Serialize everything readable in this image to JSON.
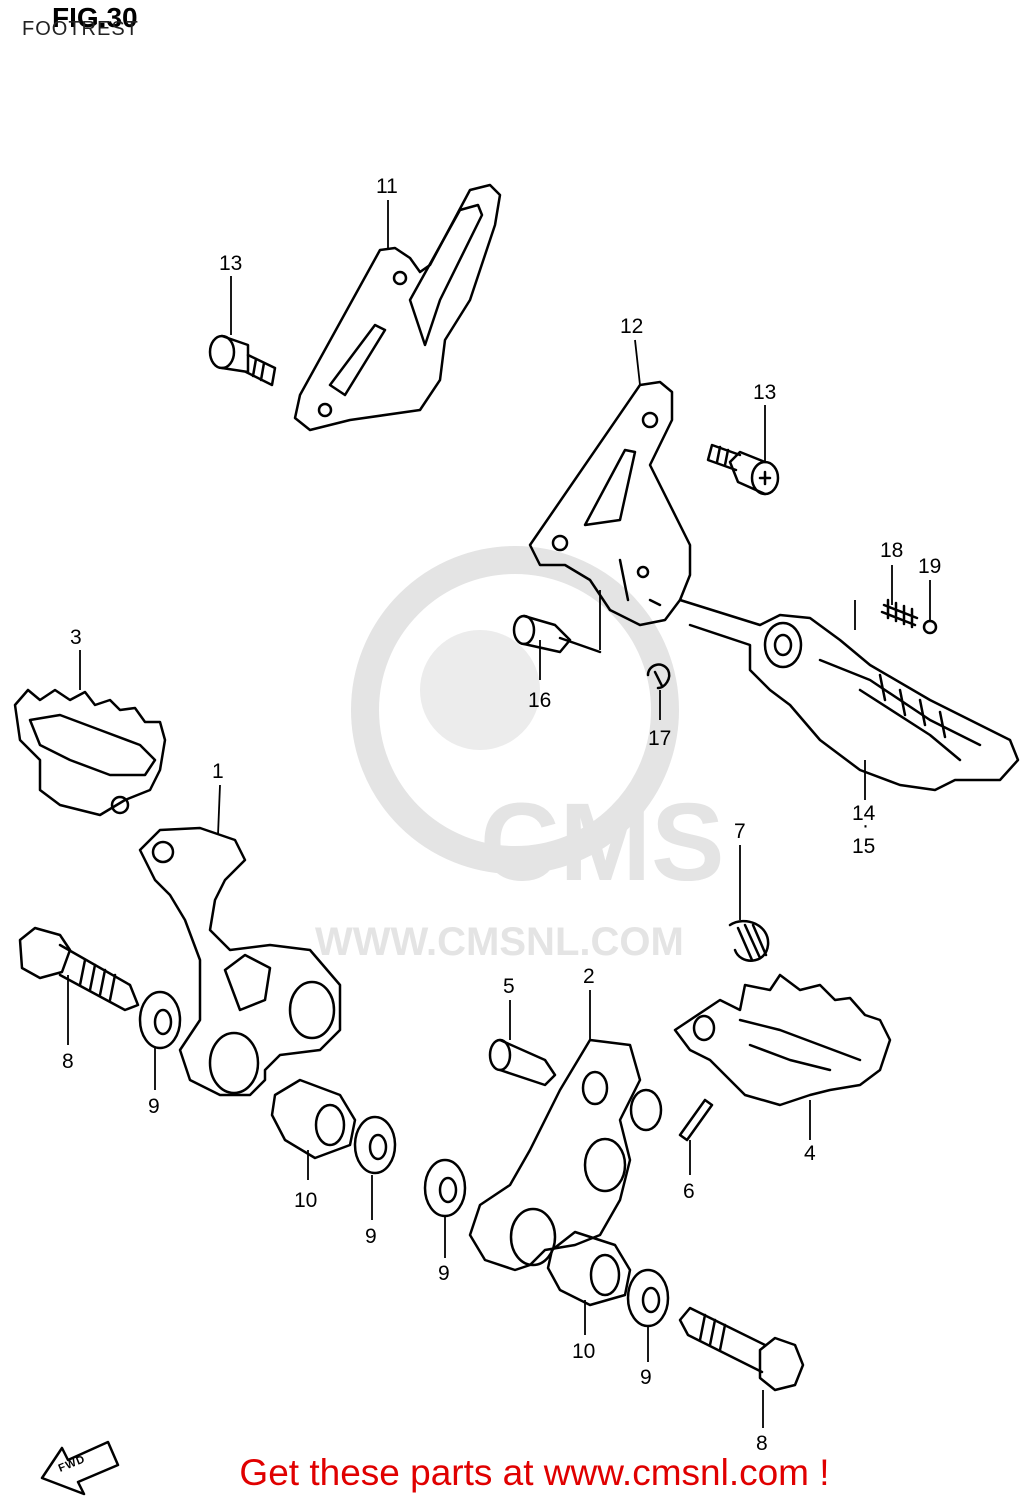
{
  "header": {
    "title": "FIG.30",
    "subtitle": "FOOTREST"
  },
  "watermark": {
    "brand": "CMS",
    "url": "WWW.CMSNL.COM"
  },
  "callouts": {
    "c1": "1",
    "c2": "2",
    "c3": "3",
    "c4": "4",
    "c5": "5",
    "c6": "6",
    "c7": "7",
    "c8a": "8",
    "c8b": "8",
    "c9a": "9",
    "c9b": "9",
    "c9c": "9",
    "c9d": "9",
    "c10a": "10",
    "c10b": "10",
    "c11": "11",
    "c12": "12",
    "c13a": "13",
    "c13b": "13",
    "c14": "14",
    "c15": "15",
    "c16": "16",
    "c17": "17",
    "c18": "18",
    "c19": "19"
  },
  "footer": {
    "link_text": "Get these parts at www.cmsnl.com !",
    "fwd_label": "FWD"
  },
  "colors": {
    "line": "#000000",
    "watermark": "#e4e4e4",
    "footer_text": "#e00000"
  }
}
